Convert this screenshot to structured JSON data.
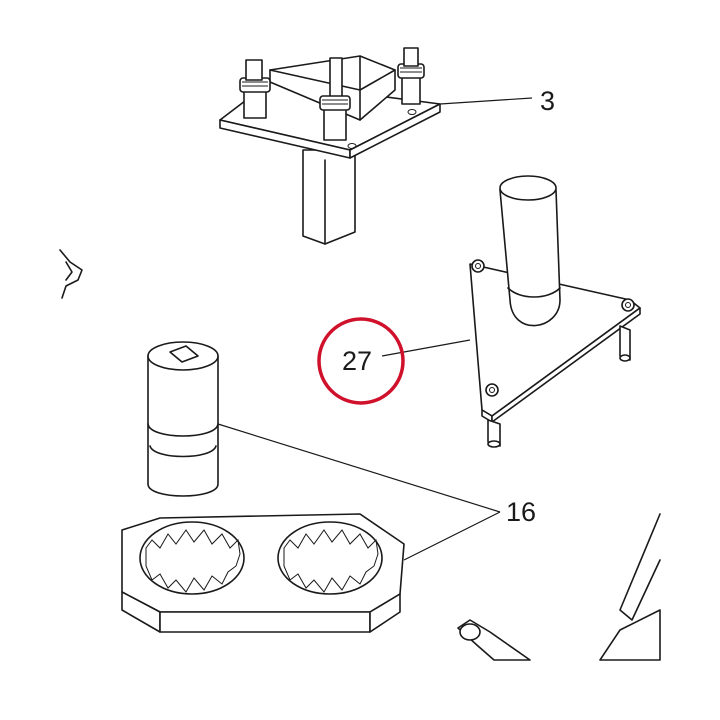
{
  "callouts": {
    "part_3": "3",
    "part_27": "27",
    "part_16": "16"
  },
  "highlight": {
    "target": "27",
    "color": "#d0112b"
  },
  "colors": {
    "line": "#1a1a1a",
    "background": "#ffffff"
  }
}
